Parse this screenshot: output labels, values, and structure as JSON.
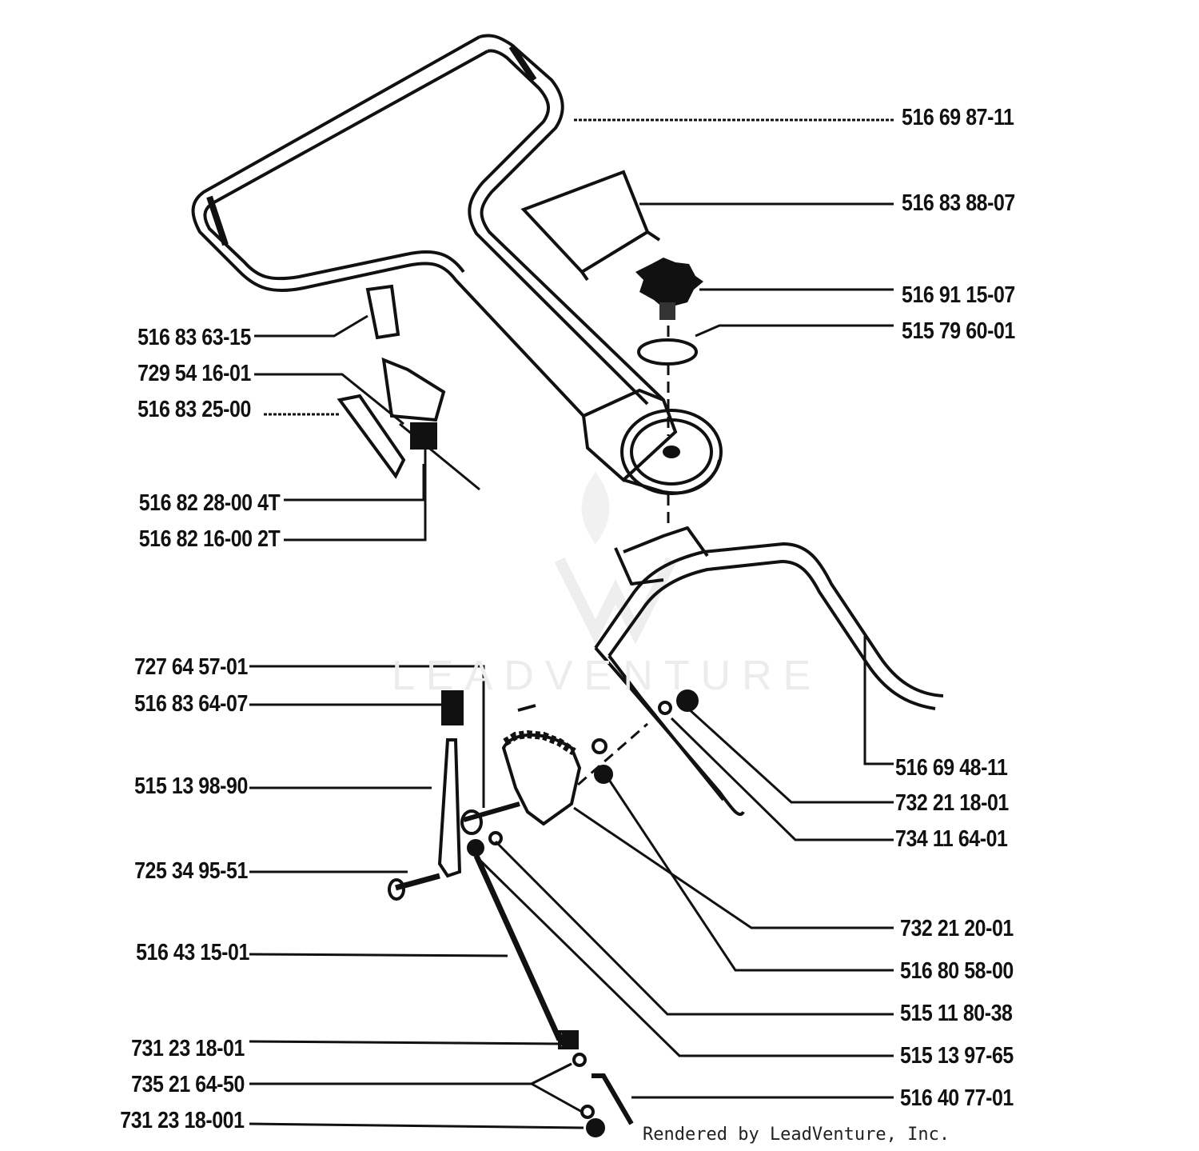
{
  "labels": {
    "p516698711": "516 69 87-11",
    "p516838807": "516 83 88-07",
    "p516911507": "516 91 15-07",
    "p515796001": "515 79 60-01",
    "p516836315": "516 83 63-15",
    "p729541601": "729 54 16-01",
    "p516832500": "516 83 25-00",
    "p516822800": "516 82 28-00 4T",
    "p516821600": "516 82 16-00 2T",
    "p727645701": "727 64 57-01",
    "p516836407": "516 83 64-07",
    "p515139890": "515 13 98-90",
    "p725349551": "725 34 95-51",
    "p516431501": "516 43 15-01",
    "p731231801": "731 23 18-01",
    "p735216450": "735 21 64-50",
    "p731231800": "731 23 18-001",
    "p516694811": "516 69 48-11",
    "p732211801": "732 21 18-01",
    "p734116401": "734 11 64-01",
    "p732212001": "732 21 20-01",
    "p516805800": "516 80 58-00",
    "p515118038": "515 11 80-38",
    "p515139765": "515 13 97-65",
    "p516407701": "516 40 77-01"
  },
  "watermark": {
    "brand": "LEADVENTURE"
  },
  "footer": {
    "text": "Rendered by LeadVenture, Inc."
  }
}
